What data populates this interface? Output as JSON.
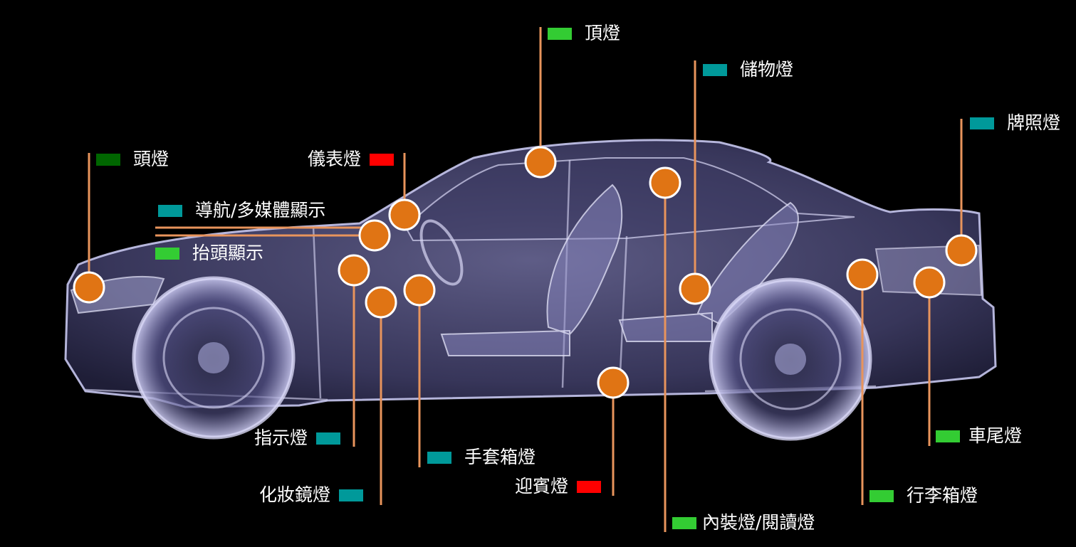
{
  "colors": {
    "background": "#000000",
    "leader_line": "#e8945c",
    "marker_fill": "#e07414",
    "marker_stroke": "#ffffff",
    "legend_green": "#33cc33",
    "legend_dark_green": "#006600",
    "legend_teal": "#00999a",
    "legend_red": "#ff0000"
  },
  "labels": {
    "headlight": "頭燈",
    "instrument": "儀表燈",
    "navigation": "導航/多媒體顯示",
    "hud": "抬頭顯示",
    "roof": "頂燈",
    "storage": "儲物燈",
    "license": "牌照燈",
    "indicator": "指示燈",
    "glovebox": "手套箱燈",
    "vanity": "化妝鏡燈",
    "welcome": "迎賓燈",
    "interior": "內裝燈/閱讀燈",
    "trunk": "行李箱燈",
    "tail": "車尾燈"
  }
}
